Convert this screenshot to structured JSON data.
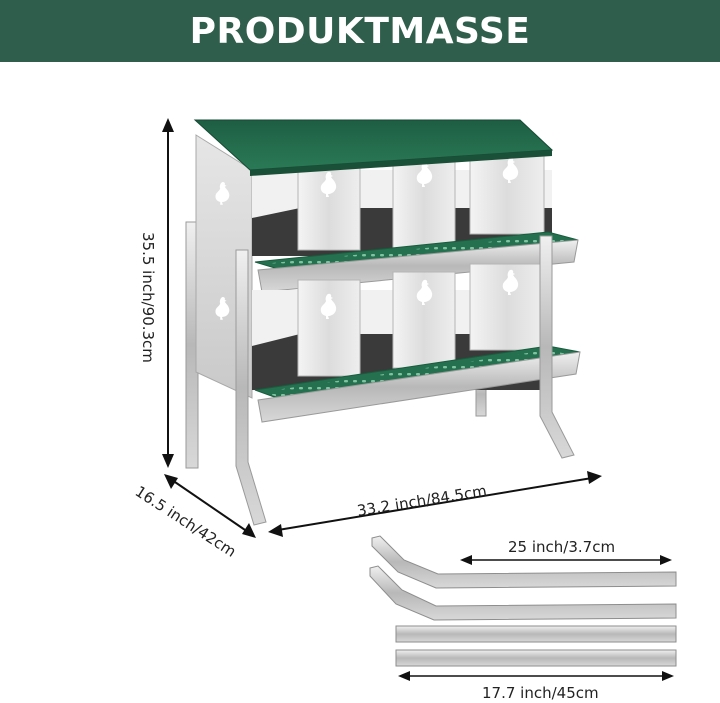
{
  "header": {
    "title": "PRODUKTMASSE"
  },
  "dimensions": {
    "height": "35.5 inch/90.3cm",
    "depth": "16.5 inch/42cm",
    "width": "33.2 inch/84.5cm",
    "bent_leg_length": "25 inch/3.7cm",
    "straight_leg_length": "17.7 inch/45cm"
  },
  "colors": {
    "banner": "#2f5f4c",
    "roof": "#22664a",
    "perch": "#24704f",
    "metal": "#e2e2e2",
    "interior": "#3a3a3a"
  },
  "product": {
    "nest_boxes": 6,
    "rows": 2,
    "cutout_icon": "hen-icon"
  }
}
